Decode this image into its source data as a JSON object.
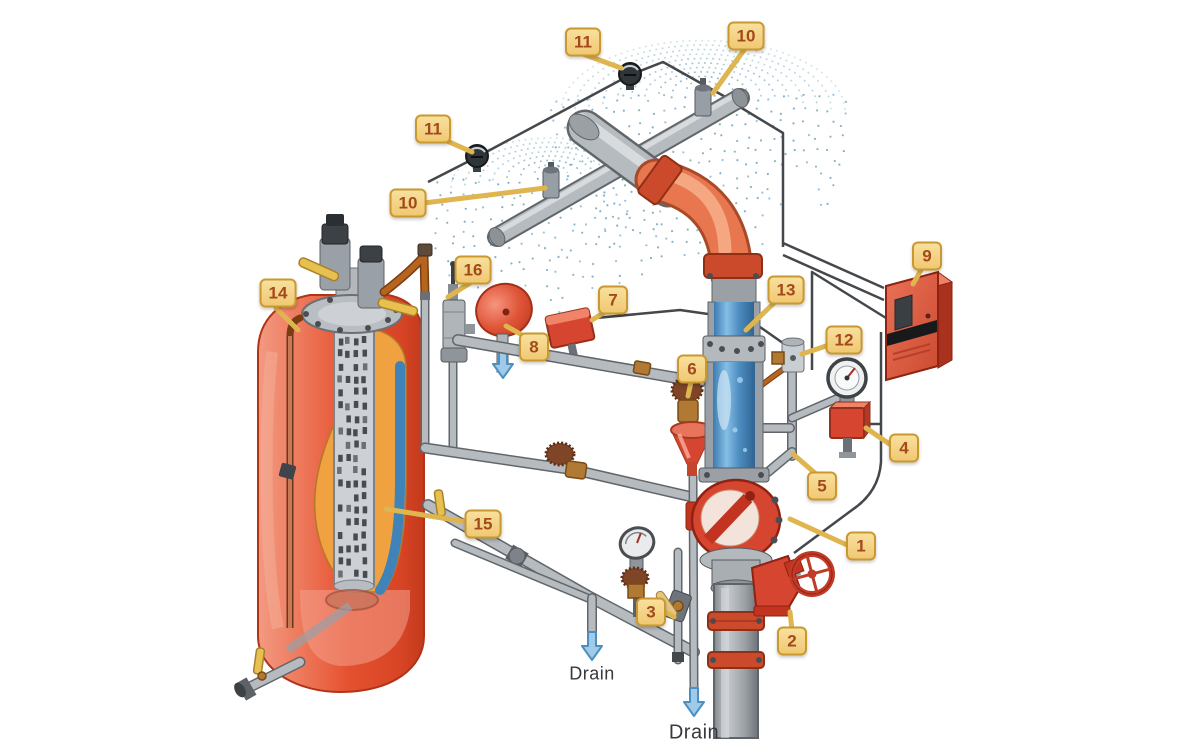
{
  "callouts": {
    "c1": {
      "label": "1"
    },
    "c2": {
      "label": "2"
    },
    "c3": {
      "label": "3"
    },
    "c4": {
      "label": "4"
    },
    "c5": {
      "label": "5"
    },
    "c6": {
      "label": "6"
    },
    "c7": {
      "label": "7"
    },
    "c8": {
      "label": "8"
    },
    "c9": {
      "label": "9"
    },
    "c10a": {
      "label": "10"
    },
    "c10b": {
      "label": "10"
    },
    "c11a": {
      "label": "11"
    },
    "c11b": {
      "label": "11"
    },
    "c12": {
      "label": "12"
    },
    "c13": {
      "label": "13"
    },
    "c14": {
      "label": "14"
    },
    "c15": {
      "label": "15"
    },
    "c16": {
      "label": "16"
    }
  },
  "drains": {
    "left": {
      "label": "Drain"
    },
    "bottom": {
      "label": "Drain"
    }
  },
  "colors": {
    "background": "#ffffff",
    "callout_fill": "#f0c873",
    "callout_border": "#c9992f",
    "callout_text": "#a34a1d",
    "tank_red": "#e4512f",
    "tank_fill_orange": "#efa23f",
    "liner_blue": "#3f83b8",
    "water_blue": "#4e8dc0",
    "spray_blue": "#7fb3d4",
    "pipe_gray": "#b6bbc0",
    "panel_red": "#d95843",
    "valve_red": "#d6452f",
    "elbow_orange": "#e8764f",
    "handle_yellow": "#e7c050",
    "copper": "#b5651d"
  }
}
